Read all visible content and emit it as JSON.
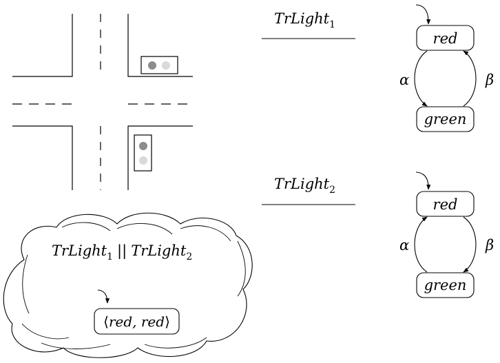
{
  "diagram": {
    "intersection": {
      "light_colors": {
        "active": "#8c8c8c",
        "inactive": "#d9d9d9"
      }
    },
    "automaton_1": {
      "title_name": "TrLight",
      "title_sub": "1",
      "top_state": "red",
      "bottom_state": "green",
      "left_label": "α",
      "right_label": "β"
    },
    "automaton_2": {
      "title_name": "TrLight",
      "title_sub": "2",
      "top_state": "red",
      "bottom_state": "green",
      "left_label": "α",
      "right_label": "β"
    },
    "product": {
      "name_1": "TrLight",
      "sub_1": "1",
      "operator": "||",
      "name_2": "TrLight",
      "sub_2": "2",
      "state_open": "⟨",
      "state_text": "red, red",
      "state_close": "⟩"
    }
  }
}
